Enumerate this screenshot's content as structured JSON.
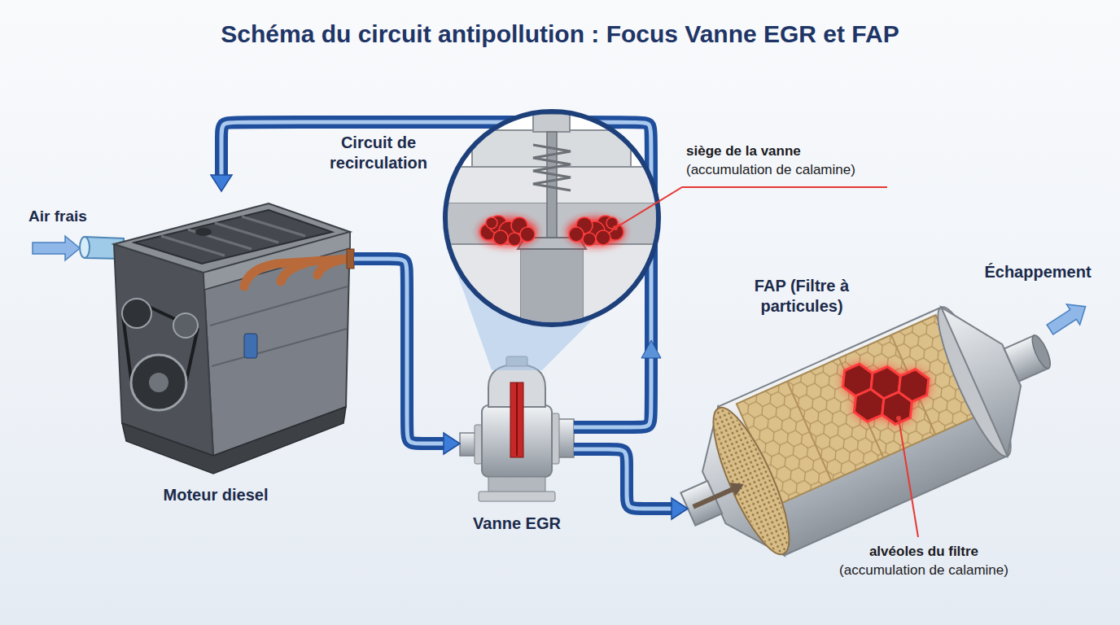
{
  "diagram": {
    "title": "Schéma du circuit antipollution : Focus Vanne EGR et FAP",
    "nodes": [
      {
        "text": [
          "Moteur diesel"
        ]
      },
      {
        "text": [
          "Vanne EGR"
        ]
      },
      {
        "text": [
          "FAP (Filtre à particules)"
        ]
      }
    ],
    "edges": [
      {
        "from": 0,
        "to": 1,
        "arrow": "to"
      },
      {
        "from": 1,
        "to": 2,
        "arrow": "to"
      },
      {
        "from": 1,
        "to": 0,
        "label": "Circuit de recirculation",
        "arrow": "to"
      }
    ],
    "labels": [
      "Air frais",
      "Échappement",
      "siège de la vanne",
      "(accumulation de calamine)",
      "alvéoles du filtre",
      "(accumulation de calamine)"
    ]
  }
}
